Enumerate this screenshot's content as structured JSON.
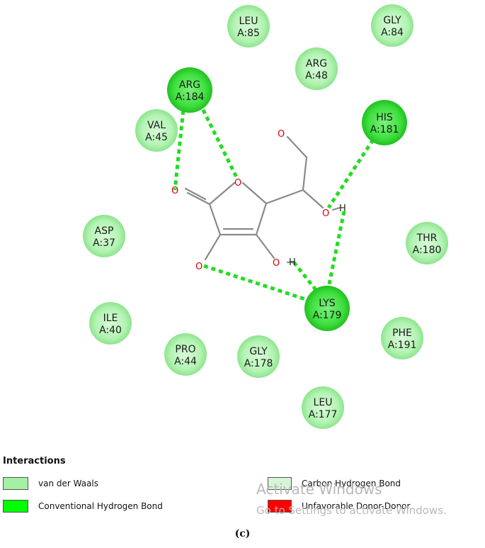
{
  "residues": [
    {
      "id": "leu85",
      "name": "LEU",
      "chain": "A:85",
      "type": "vdw"
    },
    {
      "id": "gly84",
      "name": "GLY",
      "chain": "A:84",
      "type": "vdw"
    },
    {
      "id": "arg48",
      "name": "ARG",
      "chain": "A:48",
      "type": "vdw"
    },
    {
      "id": "arg184",
      "name": "ARG",
      "chain": "A:184",
      "type": "hbond"
    },
    {
      "id": "his181",
      "name": "HIS",
      "chain": "A:181",
      "type": "hbond"
    },
    {
      "id": "val45",
      "name": "VAL",
      "chain": "A:45",
      "type": "vdw"
    },
    {
      "id": "asp37",
      "name": "ASP",
      "chain": "A:37",
      "type": "vdw"
    },
    {
      "id": "thr180",
      "name": "THR",
      "chain": "A:180",
      "type": "vdw"
    },
    {
      "id": "lys179",
      "name": "LYS",
      "chain": "A:179",
      "type": "hbond"
    },
    {
      "id": "ile40",
      "name": "ILE",
      "chain": "A:40",
      "type": "vdw"
    },
    {
      "id": "phe191",
      "name": "PHE",
      "chain": "A:191",
      "type": "vdw"
    },
    {
      "id": "pro44",
      "name": "PRO",
      "chain": "A:44",
      "type": "vdw"
    },
    {
      "id": "gly178",
      "name": "GLY",
      "chain": "A:178",
      "type": "vdw"
    },
    {
      "id": "leu177",
      "name": "LEU",
      "chain": "A:177",
      "type": "vdw"
    }
  ],
  "atoms": {
    "oxygen": "O",
    "hydrogen": "H"
  },
  "legend": {
    "title": "Interactions",
    "vdw": "van der Waals",
    "hbond": "Conventional Hydrogen Bond",
    "chbond": "Carbon Hydrogen Bond",
    "unfavorable": "Unfavorable Donor-Donor"
  },
  "colors": {
    "vdw": "#a4f0a4",
    "hbond": "#2ee82e",
    "chbond": "#d6f5d6",
    "unfavorable": "#ff0000",
    "hbond_line": "#22dd22"
  },
  "watermark": {
    "line1": "Activate Windows",
    "line2": "Go to Settings to activate Windows."
  },
  "caption": "(c)"
}
